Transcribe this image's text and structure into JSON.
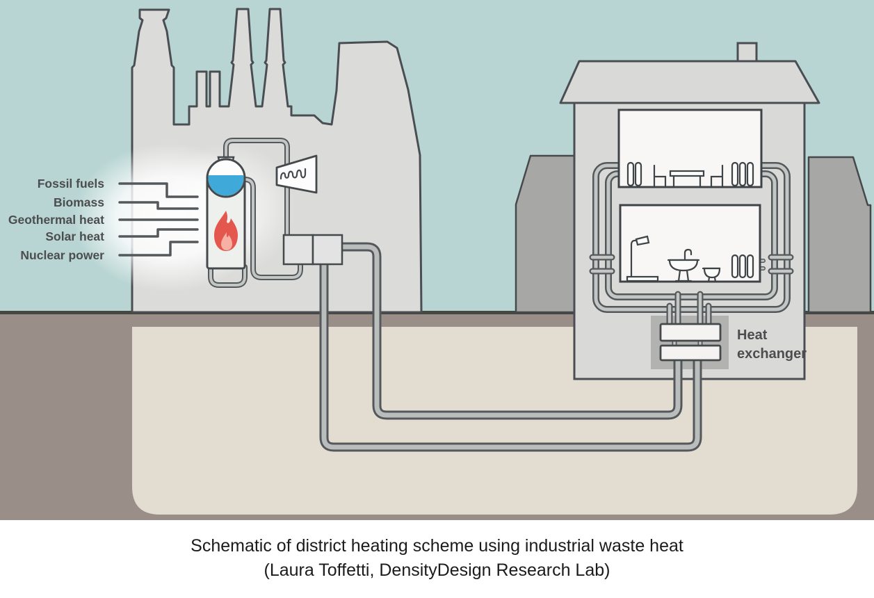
{
  "diagram": {
    "energy_sources": [
      "Fossil fuels",
      "Biomass",
      "Geothermal heat",
      "Solar heat",
      "Nuclear power"
    ],
    "heat_exchanger": {
      "line1": "Heat",
      "line2": "exchanger"
    }
  },
  "caption": {
    "line1": "Schematic of district heating scheme using industrial waste heat",
    "line2": "(Laura Toffetti, DensityDesign Research Lab)"
  },
  "colors": {
    "sky": "#b8d5d3",
    "building_fill": "#dbdcda",
    "outline": "#4a4e52",
    "neighbor_house": "#a7a8a6",
    "ground": "#9a8f88",
    "ground_line": "#474741",
    "underground": "#e3dcd1",
    "room": "#f8f7f5",
    "pipe_casing": "#54585b",
    "pipe_core": "#c2c6c4",
    "water": "#3fa9d9",
    "flame_outer": "#e4574e",
    "flame_inner": "#f6b0a4",
    "label_text": "#4b4d4f",
    "caption_text": "#1b1b1b"
  }
}
